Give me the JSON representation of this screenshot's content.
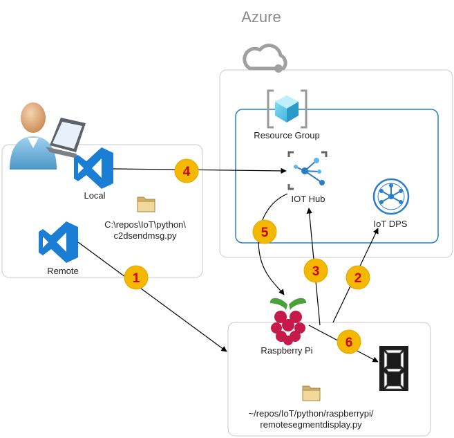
{
  "cloud": {
    "title": "Azure"
  },
  "resource_group": {
    "label": "Resource Group"
  },
  "iot_hub": {
    "label": "IOT Hub"
  },
  "iot_dps": {
    "label": "IoT DPS"
  },
  "local": {
    "label": "Local",
    "path_line1": "C:\\repos\\IoT\\python\\",
    "path_line2": "c2dsendmsg.py"
  },
  "remote": {
    "label": "Remote"
  },
  "device": {
    "label": "Raspberry Pi",
    "path_line1": "~/repos/IoT/python/raspberrypi/",
    "path_line2": "remotesegmentdisplay.py"
  },
  "steps": [
    "1",
    "2",
    "3",
    "4",
    "5",
    "6"
  ],
  "colors": {
    "step_fill": "#f5b800",
    "step_text": "#d40000",
    "azure_blue": "#2a7dc8",
    "box_border": "#c8c8c8"
  },
  "icons": [
    "cloud-icon",
    "resource-group-icon",
    "iot-hub-icon",
    "iot-dps-icon",
    "vscode-icon",
    "folder-icon",
    "user-laptop-icon",
    "raspberry-pi-icon",
    "seven-segment-display-icon"
  ]
}
